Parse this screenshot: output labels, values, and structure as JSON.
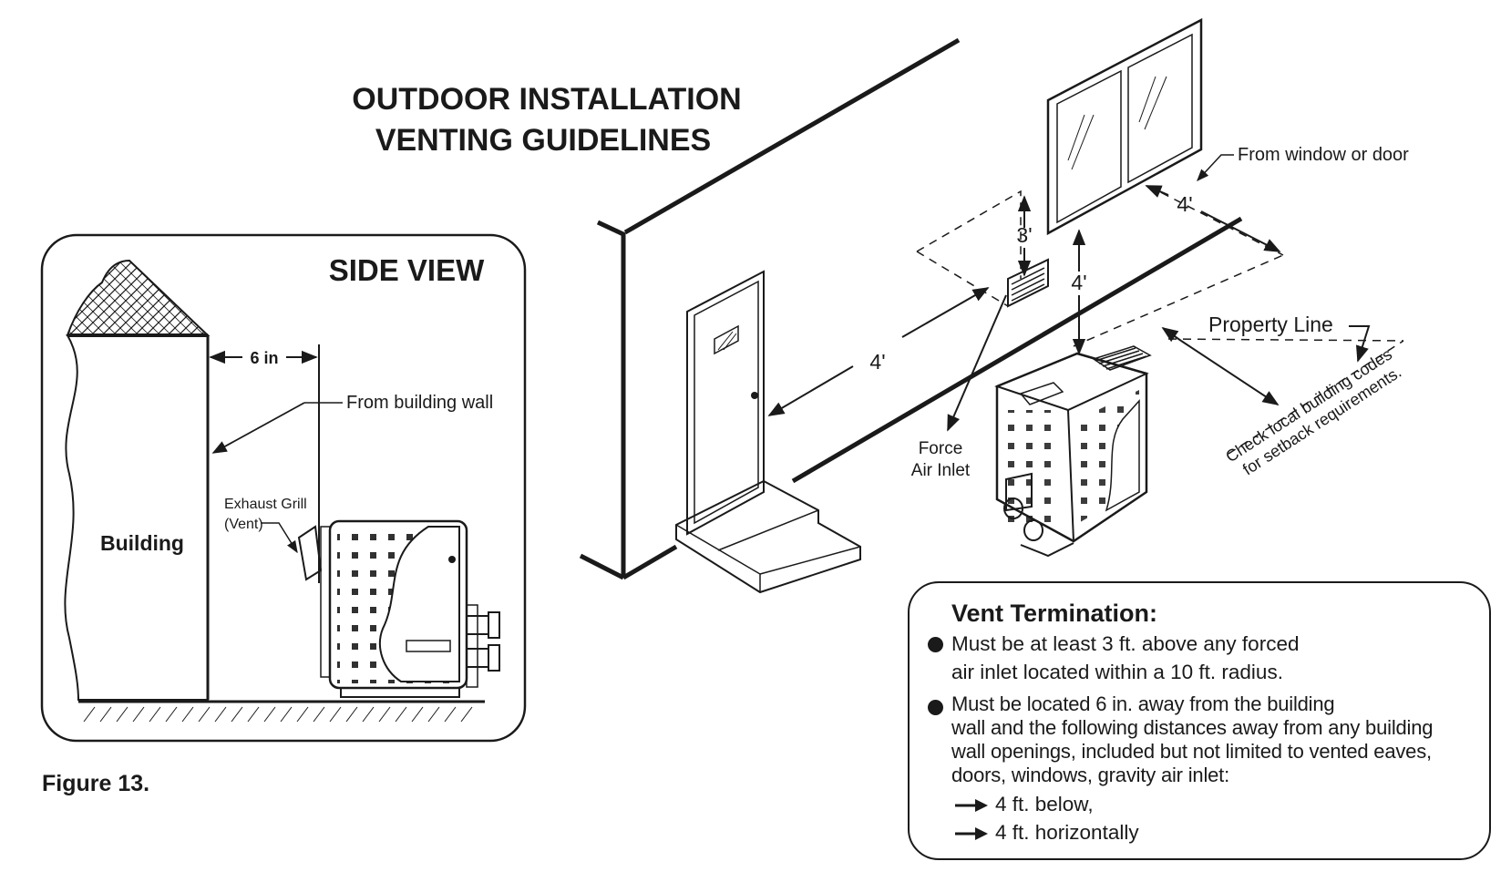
{
  "title": {
    "line1": "OUTDOOR INSTALLATION",
    "line2": "VENTING GUIDELINES"
  },
  "side_view": {
    "heading": "SIDE VIEW",
    "distance_label": "6 in",
    "from_wall_label": "From building wall",
    "exhaust_label_line1": "Exhaust Grill",
    "exhaust_label_line2": "(Vent)",
    "building_label": "Building"
  },
  "figure_caption": "Figure 13.",
  "iso_view": {
    "from_window_label": "From window or door",
    "dim_window_horizontal": "4'",
    "dim_vent_above_inlet": "3'",
    "dim_window_below": "4'",
    "dim_door_horizontal": "4'",
    "force_air_label_line1": "Force",
    "force_air_label_line2": "Air Inlet",
    "property_line_label": "Property Line",
    "setback_note_line1": "Check local building codes",
    "setback_note_line2": "for setback requirements."
  },
  "vent_termination": {
    "heading": "Vent Termination:",
    "bullet1_line1": "Must be at least 3 ft. above any forced",
    "bullet1_line2": "air inlet located within a 10 ft. radius.",
    "bullet2_line1": "Must be located 6 in. away from the building",
    "bullet2_line2": "wall and the following distances away from any building",
    "bullet2_line3": "wall openings, included but not limited to vented eaves,",
    "bullet2_line4": "doors, windows, gravity air inlet:",
    "item1": "4 ft. below,",
    "item2": "4 ft. horizontally"
  },
  "colors": {
    "ink": "#1a1a1a",
    "paper": "#ffffff"
  }
}
